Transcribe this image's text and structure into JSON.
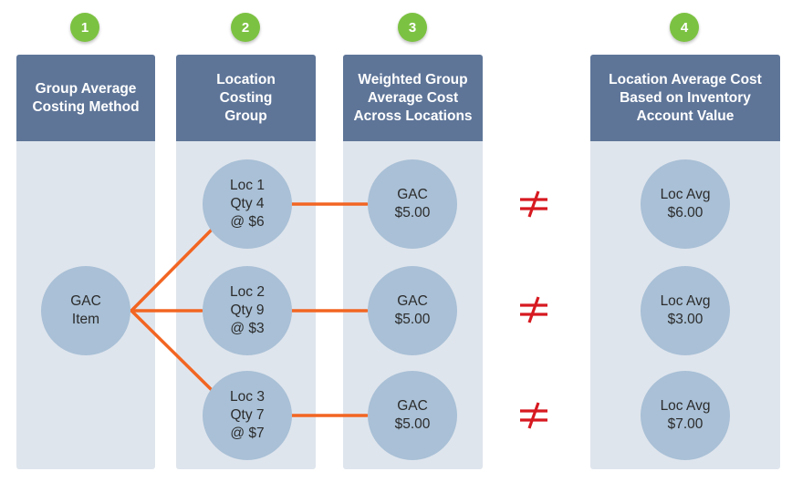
{
  "steps": [
    "1",
    "2",
    "3",
    "4"
  ],
  "columns": {
    "group_avg": {
      "lines": [
        "Group Average",
        "Costing Method"
      ]
    },
    "loc_group": {
      "lines": [
        "Location",
        "Costing",
        "Group"
      ]
    },
    "weighted": {
      "lines": [
        "Weighted Group",
        "Average Cost",
        "Across Locations"
      ]
    },
    "loc_avg": {
      "lines": [
        "Location Average Cost",
        "Based on Inventory",
        "Account Value"
      ]
    }
  },
  "gac_item": {
    "lines": [
      "GAC",
      "Item"
    ]
  },
  "locations": [
    {
      "lines": [
        "Loc 1",
        "Qty 4",
        "@ $6"
      ]
    },
    {
      "lines": [
        "Loc 2",
        "Qty 9",
        "@ $3"
      ]
    },
    {
      "lines": [
        "Loc 3",
        "Qty 7",
        "@ $7"
      ]
    }
  ],
  "gac_values": [
    {
      "lines": [
        "GAC",
        "$5.00"
      ]
    },
    {
      "lines": [
        "GAC",
        "$5.00"
      ]
    },
    {
      "lines": [
        "GAC",
        "$5.00"
      ]
    }
  ],
  "loc_avgs": [
    {
      "lines": [
        "Loc Avg",
        "$6.00"
      ]
    },
    {
      "lines": [
        "Loc Avg",
        "$3.00"
      ]
    },
    {
      "lines": [
        "Loc Avg",
        "$7.00"
      ]
    }
  ],
  "colors": {
    "header": "#5e7598",
    "column": "#dfe5ed",
    "node": "#a9c0d6",
    "connector": "#f26522",
    "badge": "#7cc242",
    "not_equal": "#d71920"
  },
  "icons": {
    "not_equal": "not-equal-icon"
  }
}
